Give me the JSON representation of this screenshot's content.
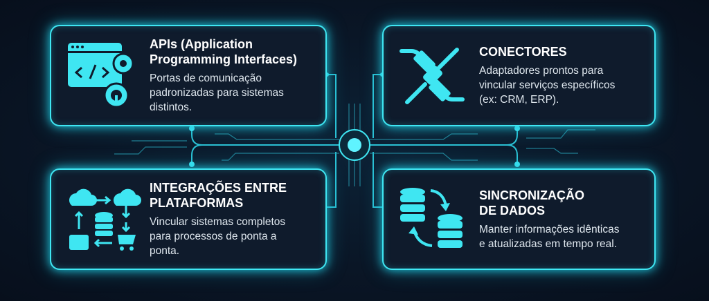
{
  "cards": [
    {
      "title_line1": "APIs (Application",
      "title_line2": "Programming Interfaces)",
      "desc_line1": "Portas de comunicação",
      "desc_line2": "padronizadas para sistemas",
      "desc_line3": "distintos."
    },
    {
      "title_line1": "CONECTORES",
      "desc_line1": "Adaptadores prontos para",
      "desc_line2": "vincular serviços específicos",
      "desc_line3": "(ex: CRM, ERP)."
    },
    {
      "title_line1": "INTEGRAÇÕES ENTRE",
      "title_line2": "PLATAFORMAS",
      "desc_line1": "Vincular sistemas completos",
      "desc_line2": "para processos de ponta a",
      "desc_line3": "ponta."
    },
    {
      "title_line1": "SINCRONIZAÇÃO",
      "title_line2": "DE DADOS",
      "desc_line1": "Manter informações idênticas",
      "desc_line2": "e atualizadas em tempo real."
    }
  ],
  "colors": {
    "accent": "#3fe6f2",
    "background": "#0a1626",
    "card": "#0f1b2c"
  },
  "icons": [
    "code-window-gears-icon",
    "plug-connector-icon",
    "platform-integration-icon",
    "database-sync-icon"
  ]
}
